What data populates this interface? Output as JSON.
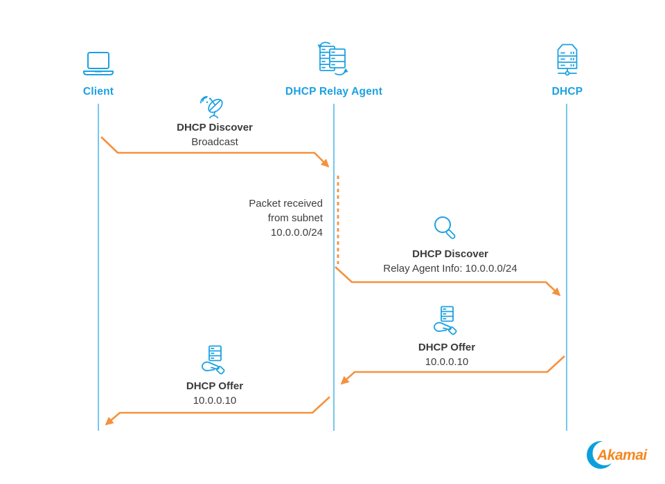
{
  "colors": {
    "accent_blue": "#1ba0e2",
    "lifeline_blue": "#74c8ee",
    "arrow_orange": "#f5913e",
    "text_dark": "#3d3d3d",
    "logo_orange": "#f6861f"
  },
  "actors": [
    {
      "label": "Client",
      "icon": "laptop-icon"
    },
    {
      "label": "DHCP Relay Agent",
      "icon": "relay-server-icon"
    },
    {
      "label": "DHCP",
      "icon": "dhcp-server-icon"
    }
  ],
  "messages": [
    {
      "title": "DHCP Discover",
      "subtitle": "Broadcast",
      "icon": "broadcast-dish-icon",
      "from": "Client",
      "to": "DHCP Relay Agent"
    },
    {
      "title": "DHCP Discover",
      "subtitle": "Relay Agent Info: 10.0.0.0/24",
      "icon": "magnifier-icon",
      "from": "DHCP Relay Agent",
      "to": "DHCP"
    },
    {
      "title": "DHCP Offer",
      "subtitle": "10.0.0.10",
      "icon": "offer-hand-icon",
      "from": "DHCP",
      "to": "DHCP Relay Agent"
    },
    {
      "title": "DHCP Offer",
      "subtitle": "10.0.0.10",
      "icon": "offer-hand-icon",
      "from": "DHCP Relay Agent",
      "to": "Client"
    }
  ],
  "note": {
    "lines": [
      "Packet received",
      "from subnet",
      "10.0.0.0/24"
    ]
  },
  "footer": {
    "brand": "Akamai"
  }
}
